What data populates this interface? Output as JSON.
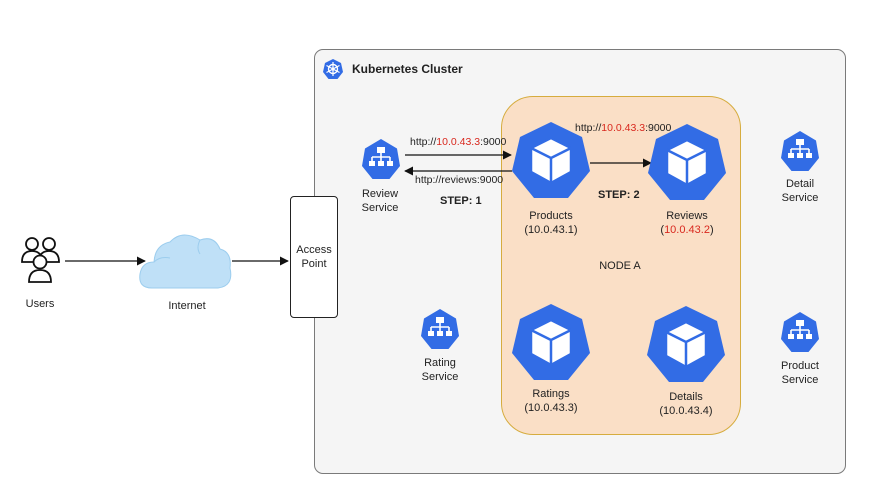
{
  "cluster": {
    "title": "Kubernetes Cluster"
  },
  "users": {
    "label": "Users"
  },
  "internet": {
    "label": "Internet"
  },
  "access_point": {
    "line1": "Access",
    "line2": "Point"
  },
  "services": {
    "review": {
      "line1": "Review",
      "line2": "Service"
    },
    "rating": {
      "line1": "Rating",
      "line2": "Service"
    },
    "detail": {
      "line1": "Detail",
      "line2": "Service"
    },
    "product": {
      "line1": "Product",
      "line2": "Service"
    }
  },
  "pods": {
    "products": {
      "name": "Products",
      "ip": "(10.0.43.1)"
    },
    "reviews": {
      "name": "Reviews",
      "ip_open": "(",
      "ip": "10.0.43.2",
      "ip_close": ")"
    },
    "ratings": {
      "name": "Ratings",
      "ip": "(10.0.43.3)"
    },
    "details": {
      "name": "Details",
      "ip": "(10.0.43.4)"
    }
  },
  "node": {
    "label": "NODE A"
  },
  "edges": {
    "review_to_products": {
      "prefix": "http://",
      "host": "10.0.43.3",
      "port": ":9000"
    },
    "products_to_review": {
      "text": "http://reviews:9000"
    },
    "products_to_reviews": {
      "prefix": "http://",
      "host": "10.0.43.3",
      "port": ":9000"
    }
  },
  "steps": {
    "step1": "STEP: 1",
    "step2": "STEP: 2"
  },
  "colors": {
    "k8s_blue": "#326ce5",
    "highlight_red": "#d9281e",
    "node_fill": "#fadfc6",
    "node_border": "#d6ac3e",
    "cluster_fill": "#f5f5f5"
  }
}
